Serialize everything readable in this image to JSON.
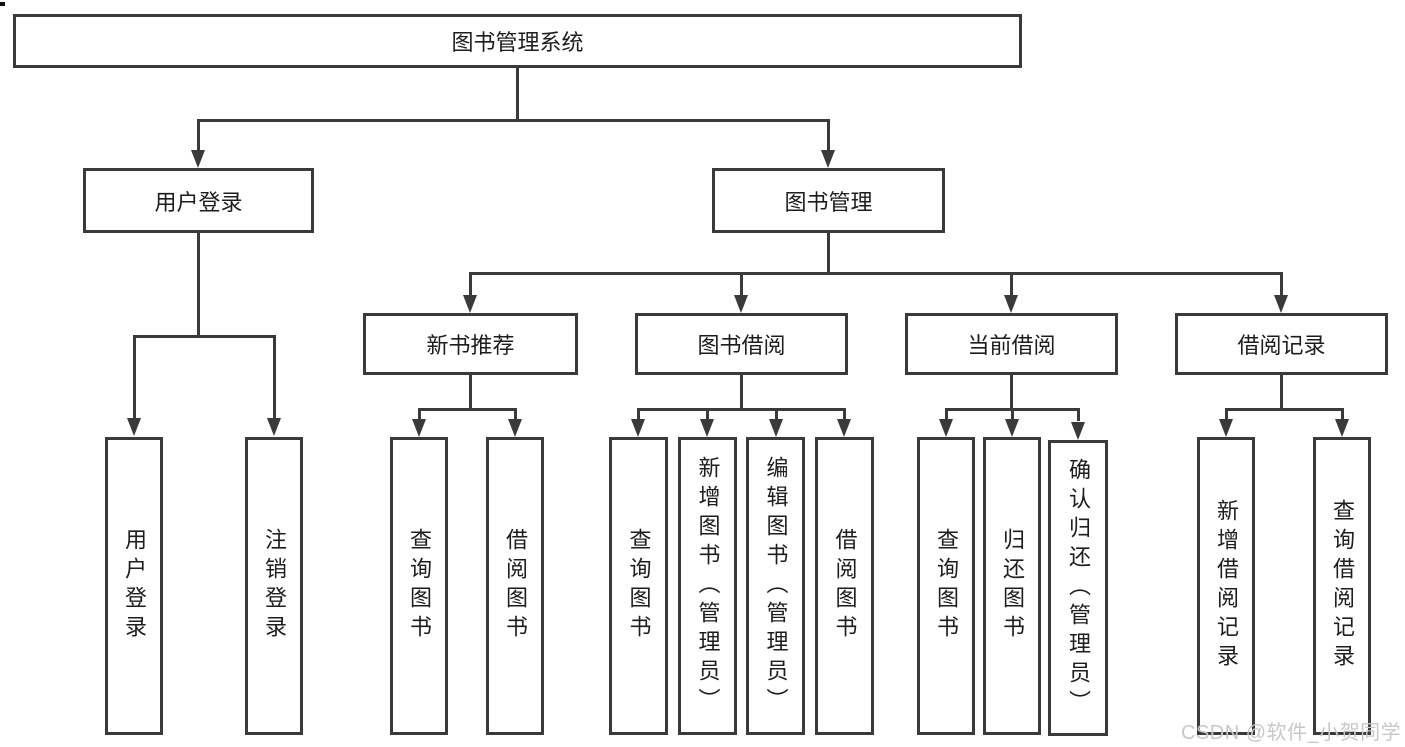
{
  "tree": {
    "root": {
      "label": "图书管理系统"
    },
    "branches": [
      {
        "label": "用户登录",
        "children": [
          {
            "label": "用户登录"
          },
          {
            "label": "注销登录"
          }
        ]
      },
      {
        "label": "图书管理",
        "children": [
          {
            "label": "新书推荐",
            "children": [
              {
                "label": "查询图书"
              },
              {
                "label": "借阅图书"
              }
            ]
          },
          {
            "label": "图书借阅",
            "children": [
              {
                "label": "查询图书"
              },
              {
                "label": "新增图书（管理员）"
              },
              {
                "label": "编辑图书（管理员）"
              },
              {
                "label": "借阅图书"
              }
            ]
          },
          {
            "label": "当前借阅",
            "children": [
              {
                "label": "查询图书"
              },
              {
                "label": "归还图书"
              },
              {
                "label": "确认归还（管理员）"
              }
            ]
          },
          {
            "label": "借阅记录",
            "children": [
              {
                "label": "新增借阅记录"
              },
              {
                "label": "查询借阅记录"
              }
            ]
          }
        ]
      }
    ]
  },
  "watermark": {
    "text": "CSDN @软件_小贺同学"
  },
  "colors": {
    "line": "#3a3a3a",
    "text": "#1d1d1d",
    "background": "#ffffff",
    "watermark": "#c8c8c8"
  }
}
